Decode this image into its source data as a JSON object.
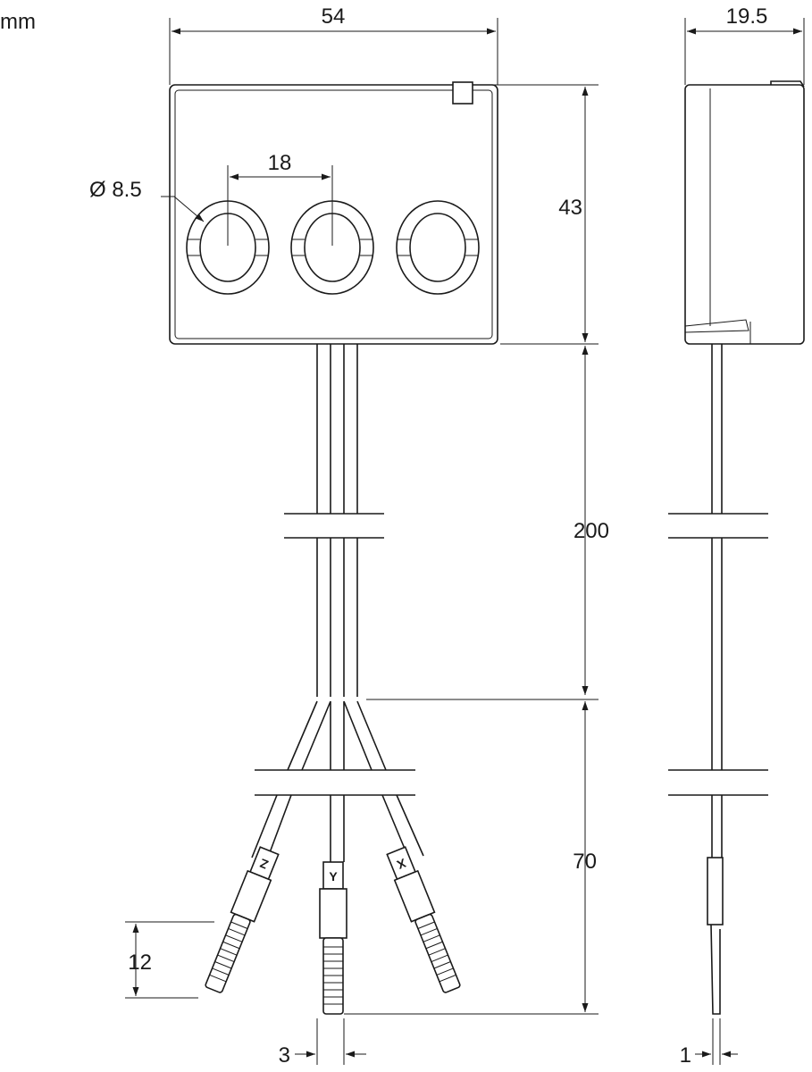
{
  "unit": "mm",
  "dimensions": {
    "width": "54",
    "depth": "19.5",
    "height": "43",
    "hole_spacing": "18",
    "hole_diameter": "Ø 8.5",
    "cable_length": "200",
    "lead_length": "70",
    "pin_length": "12",
    "pin_width": "3",
    "pin_thickness": "1"
  },
  "wires": [
    "Z",
    "Y",
    "X"
  ]
}
